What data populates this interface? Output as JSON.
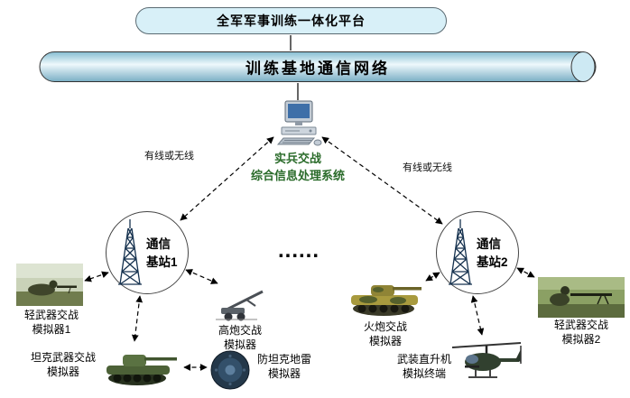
{
  "platform": {
    "label": "全军军事训练一体化平台"
  },
  "network": {
    "label": "训练基地通信网络"
  },
  "processing": {
    "line1": "实兵交战",
    "line2": "综合信息处理系统"
  },
  "links": {
    "left_label": "有线或无线",
    "right_label": "有线或无线"
  },
  "stations": [
    {
      "line1": "通信",
      "line2": "基站1"
    },
    {
      "line1": "通信",
      "line2": "基站2"
    }
  ],
  "ellipsis": "......",
  "devices": [
    {
      "name": "light-weapon-simulator-1",
      "line1": "轻武器交战",
      "line2": "模拟器1"
    },
    {
      "name": "tank-weapon-simulator",
      "line1": "坦克武器交战",
      "line2": "模拟器"
    },
    {
      "name": "aa-gun-simulator",
      "line1": "高炮交战",
      "line2": "模拟器"
    },
    {
      "name": "anti-tank-mine-simulator",
      "line1": "防坦克地雷",
      "line2": "模拟器"
    },
    {
      "name": "artillery-simulator",
      "line1": "火炮交战",
      "line2": "模拟器"
    },
    {
      "name": "helicopter-terminal",
      "line1": "武装直升机",
      "line2": "模拟终端"
    },
    {
      "name": "light-weapon-simulator-2",
      "line1": "轻武器交战",
      "line2": "模拟器2"
    }
  ],
  "colors": {
    "platform-box-fill": "#d8f0f8",
    "cylinder-light": "#eef8fc",
    "cylinder-dark": "#86bed2",
    "processing-label": "#2a6b2a",
    "line-color": "#000000"
  }
}
